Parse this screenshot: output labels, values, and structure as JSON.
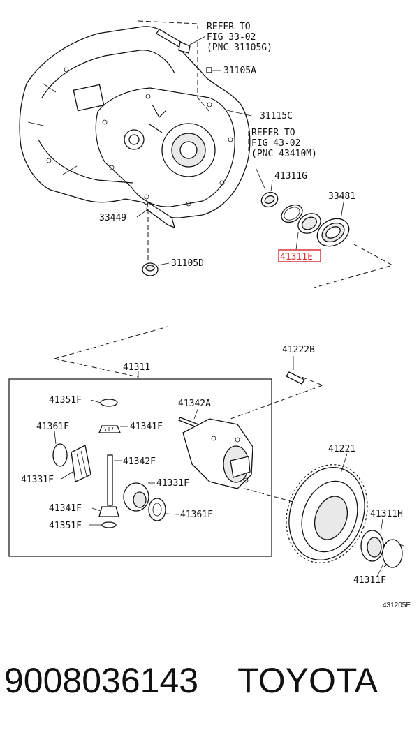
{
  "diagram": {
    "callouts_top": [
      {
        "id": "ref1_l1",
        "text": "REFER TO"
      },
      {
        "id": "ref1_l2",
        "text": "FIG 33-02"
      },
      {
        "id": "ref1_l3",
        "text": "(PNC 31105G)"
      },
      {
        "id": "p31105A",
        "text": "31105A"
      },
      {
        "id": "p31115C",
        "text": "31115C"
      },
      {
        "id": "ref2_l1",
        "text": "REFER TO"
      },
      {
        "id": "ref2_l2",
        "text": "FIG 43-02"
      },
      {
        "id": "ref2_l3",
        "text": "(PNC 43410M)"
      },
      {
        "id": "p41311G",
        "text": "41311G"
      },
      {
        "id": "p33481",
        "text": "33481"
      },
      {
        "id": "p33449",
        "text": "33449"
      },
      {
        "id": "p41311E",
        "text": "41311E"
      },
      {
        "id": "p31105D",
        "text": "31105D"
      }
    ],
    "highlighted_part": "41311E",
    "highlight_color": "#e0303a",
    "callouts_bottom": [
      {
        "id": "p41311",
        "text": "41311"
      },
      {
        "id": "p41222B",
        "text": "41222B"
      },
      {
        "id": "p41351F_a",
        "text": "41351F"
      },
      {
        "id": "p41342A",
        "text": "41342A"
      },
      {
        "id": "p41341F_a",
        "text": "41341F"
      },
      {
        "id": "p41361F_a",
        "text": "41361F"
      },
      {
        "id": "p41342F",
        "text": "41342F"
      },
      {
        "id": "p41331F_a",
        "text": "41331F"
      },
      {
        "id": "p41331F_b",
        "text": "41331F"
      },
      {
        "id": "p41341F_b",
        "text": "41341F"
      },
      {
        "id": "p41361F_b",
        "text": "41361F"
      },
      {
        "id": "p41351F_b",
        "text": "41351F"
      },
      {
        "id": "p41221",
        "text": "41221"
      },
      {
        "id": "p41311H",
        "text": "41311H"
      },
      {
        "id": "p41311F",
        "text": "41311F"
      }
    ],
    "figure_code": "431205E"
  },
  "footer": {
    "part_number": "9008036143",
    "brand": "TOYOTA"
  }
}
